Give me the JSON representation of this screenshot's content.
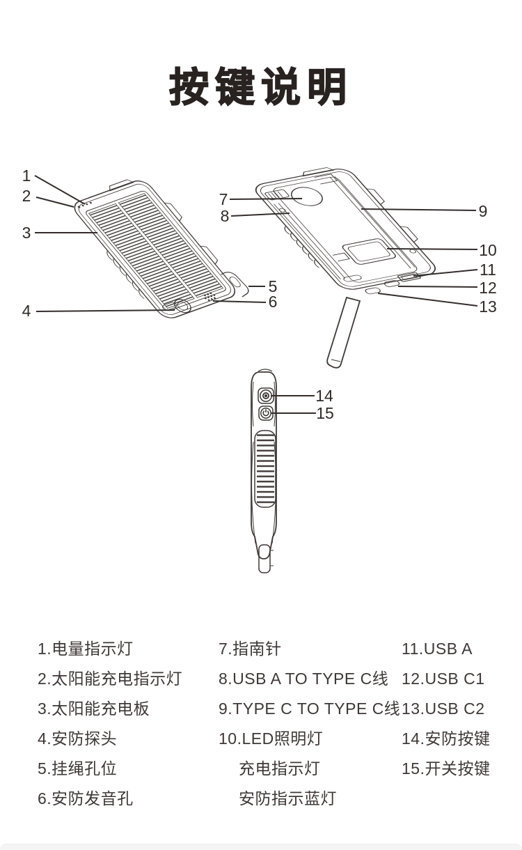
{
  "title": "按键说明",
  "callouts": {
    "n1": "1",
    "n2": "2",
    "n3": "3",
    "n4": "4",
    "n5": "5",
    "n6": "6",
    "n7": "7",
    "n8": "8",
    "n9": "9",
    "n10": "10",
    "n11": "11",
    "n12": "12",
    "n13": "13",
    "n14": "14",
    "n15": "15"
  },
  "legend": {
    "col1": [
      "1.电量指示灯",
      "2.太阳能充电指示灯",
      "3.太阳能充电板",
      "4.安防探头",
      "5.挂绳孔位",
      "6.安防发音孔"
    ],
    "col2": [
      "7.指南针",
      "8.USB A TO TYPE C线",
      "9.TYPE C TO TYPE C线",
      "10.LED照明灯",
      "充电指示灯",
      "安防指示蓝灯"
    ],
    "col3": [
      "11.USB A",
      "12.USB C1",
      "13.USB C2",
      "14.安防按键",
      "15.开关按键"
    ]
  },
  "colors": {
    "line": "#3f3837",
    "callout_text": "#2f2a28",
    "title_text": "#282220",
    "legend_text": "#3e3836",
    "footer_bg": "#f5f5f5"
  }
}
